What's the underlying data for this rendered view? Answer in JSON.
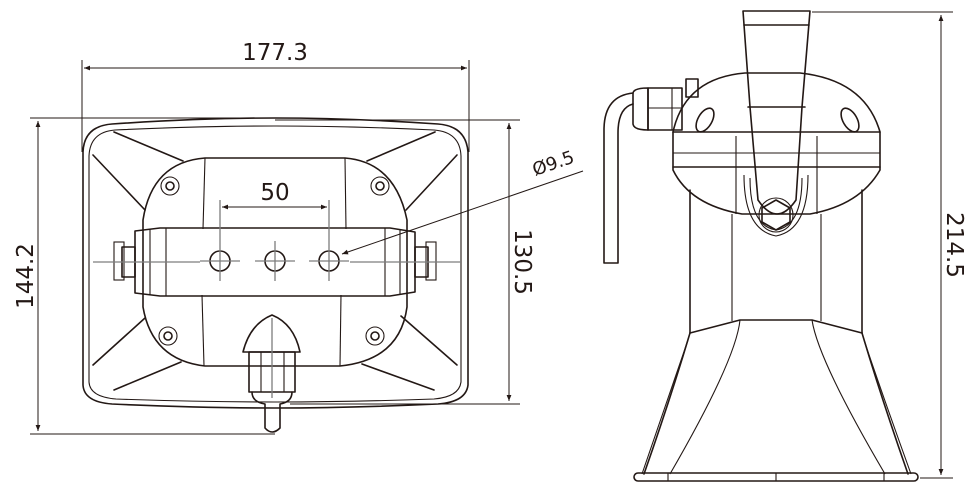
{
  "drawing": {
    "subject": "horn speaker dimensional drawing",
    "units": "mm",
    "line_color": "#231815",
    "centerline_color": "#7d7d7d",
    "background": "#ffffff"
  },
  "front_view": {
    "dimensions": {
      "overall_width": "177.3",
      "overall_height_incl_cable": "144.2",
      "body_height": "130.5",
      "hole_spacing": "50",
      "hole_diameter": "Ø9.5"
    },
    "mounting_holes_count": 3,
    "corner_screws_count": 4
  },
  "side_view": {
    "dimensions": {
      "overall_height": "214.5"
    }
  }
}
